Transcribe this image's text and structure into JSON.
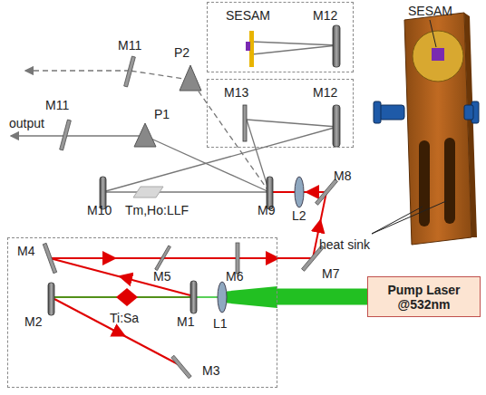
{
  "diagram": {
    "nodes": [
      {
        "text": [
          "SESAM",
          "M12"
        ]
      },
      {
        "text": [
          "M13",
          "M12"
        ]
      },
      {
        "text": [
          "M4",
          "M5",
          "M6",
          "M2",
          "Ti:Sa",
          "M1",
          "L1",
          "M3"
        ]
      },
      {
        "text": [
          "Pump Laser @532nm"
        ]
      }
    ],
    "edges": [
      {
        "from": 3,
        "to": 2,
        "arrow": "none"
      }
    ],
    "labels": [
      "M11",
      "P2",
      "output",
      "M11",
      "P1",
      "M10",
      "Tm,Ho:LLF",
      "M9",
      "L2",
      "M8",
      "heat sink",
      "M7",
      "SESAM"
    ]
  }
}
